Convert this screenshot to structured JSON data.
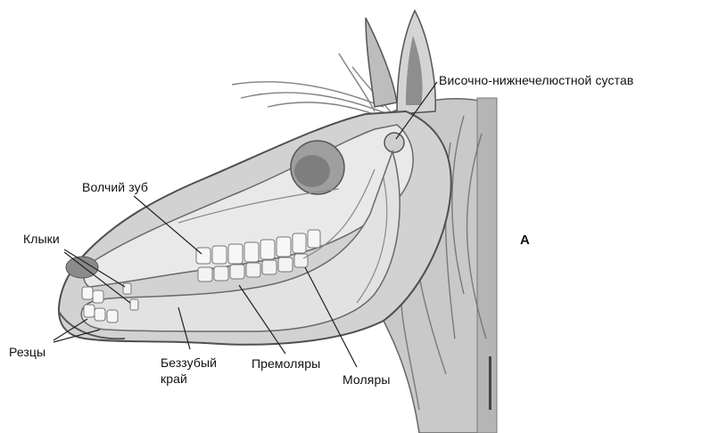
{
  "figure": {
    "panel_letter": "А",
    "labels": {
      "tmj": "Височно-нижнечелюстной сустав",
      "wolf_tooth": "Волчий зуб",
      "canines": "Клыки",
      "incisors": "Резцы",
      "diastema_line1": "Беззубый",
      "diastema_line2": "край",
      "premolars": "Премоляры",
      "molars": "Моляры"
    }
  },
  "colors": {
    "skin": "#cfcfcf",
    "skin_dark": "#9a9a9a",
    "bone": "#ececec",
    "outline": "#5a5a5a",
    "teeth": "#f7f7f7",
    "leader": "#222222"
  }
}
